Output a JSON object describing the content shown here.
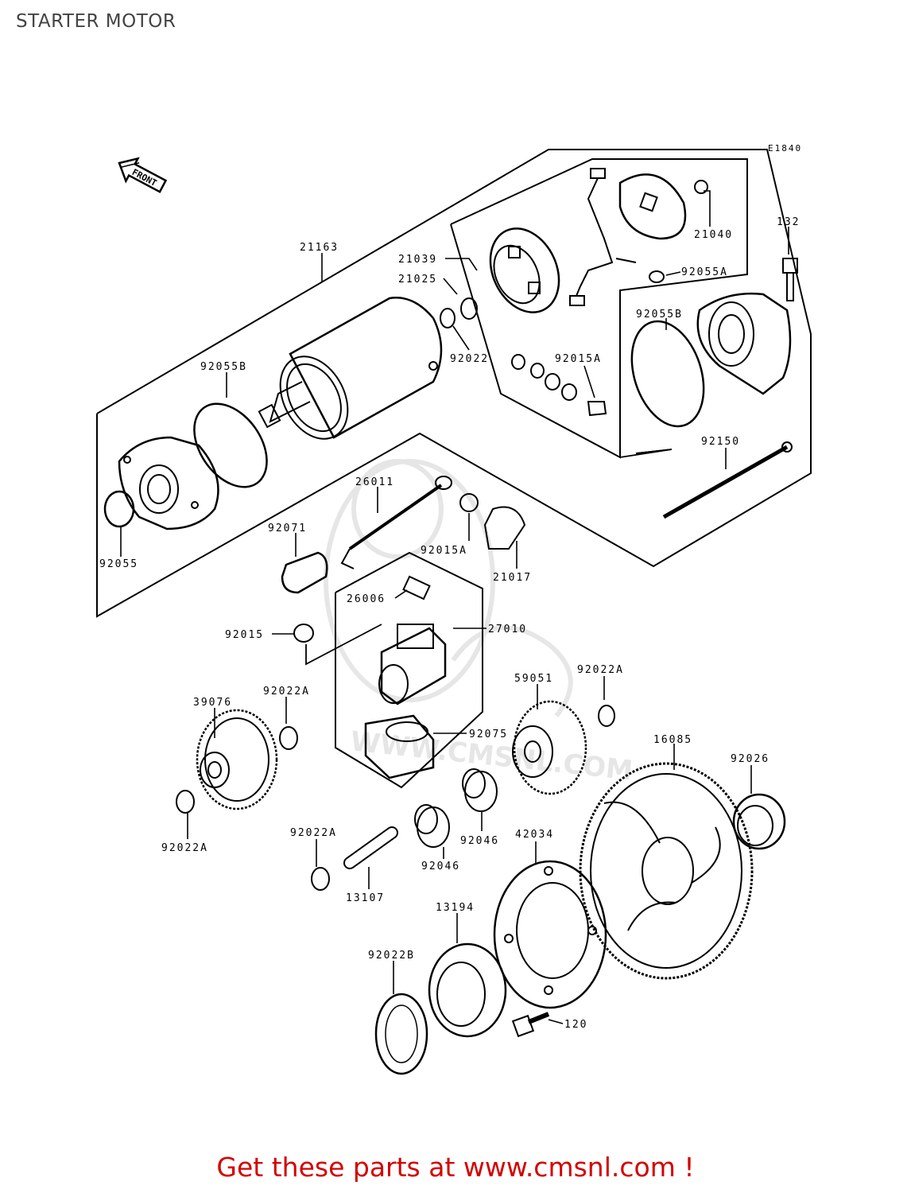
{
  "page": {
    "title": "STARTER MOTOR"
  },
  "diagram": {
    "code": "E1840",
    "front_label": "FRONT",
    "watermark_text": "WWW.CMSNL.COM",
    "parts": [
      {
        "id": "p21163",
        "label": "21163"
      },
      {
        "id": "p21039",
        "label": "21039"
      },
      {
        "id": "p21025",
        "label": "21025"
      },
      {
        "id": "p92022",
        "label": "92022"
      },
      {
        "id": "p21040",
        "label": "21040"
      },
      {
        "id": "p92055A",
        "label": "92055A"
      },
      {
        "id": "p132",
        "label": "132"
      },
      {
        "id": "p92055B1",
        "label": "92055B"
      },
      {
        "id": "p92055B2",
        "label": "92055B"
      },
      {
        "id": "p92015A1",
        "label": "92015A"
      },
      {
        "id": "p92150",
        "label": "92150"
      },
      {
        "id": "p26011",
        "label": "26011"
      },
      {
        "id": "p92071",
        "label": "92071"
      },
      {
        "id": "p92015A2",
        "label": "92015A"
      },
      {
        "id": "p21017",
        "label": "21017"
      },
      {
        "id": "p92055",
        "label": "92055"
      },
      {
        "id": "p26006",
        "label": "26006"
      },
      {
        "id": "p27010",
        "label": "27010"
      },
      {
        "id": "p92015",
        "label": "92015"
      },
      {
        "id": "p59051",
        "label": "59051"
      },
      {
        "id": "p92022A1",
        "label": "92022A"
      },
      {
        "id": "p39076",
        "label": "39076"
      },
      {
        "id": "p92022A2",
        "label": "92022A"
      },
      {
        "id": "p92075",
        "label": "92075"
      },
      {
        "id": "p16085",
        "label": "16085"
      },
      {
        "id": "p92026",
        "label": "92026"
      },
      {
        "id": "p92022A3",
        "label": "92022A"
      },
      {
        "id": "p92022A4",
        "label": "92022A"
      },
      {
        "id": "p92046a",
        "label": "92046"
      },
      {
        "id": "p92046b",
        "label": "92046"
      },
      {
        "id": "p42034",
        "label": "42034"
      },
      {
        "id": "p13107",
        "label": "13107"
      },
      {
        "id": "p13194",
        "label": "13194"
      },
      {
        "id": "p92022B",
        "label": "92022B"
      },
      {
        "id": "p120",
        "label": "120"
      }
    ]
  },
  "footer": {
    "text": "Get these parts at www.cmsnl.com !"
  }
}
